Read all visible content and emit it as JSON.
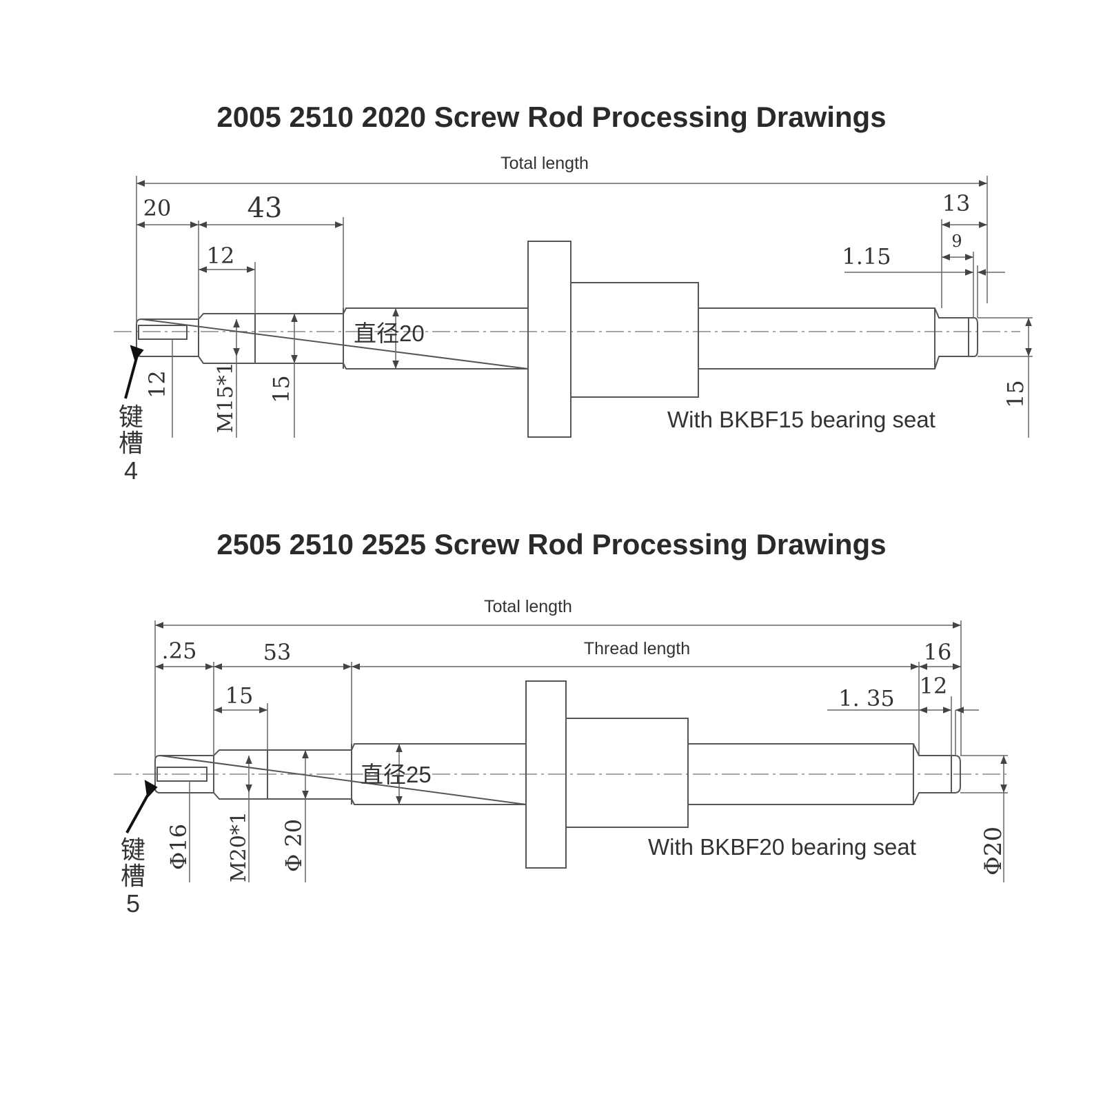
{
  "drawing1": {
    "title": "2005 2510 2020 Screw Rod Processing Drawings",
    "total_length": "Total length",
    "dims": {
      "d20": "20",
      "d43": "43",
      "d12": "12",
      "d13": "13",
      "d9": "9",
      "d115": "1.15",
      "v12": "12",
      "vm15": "M15*1",
      "v15": "15",
      "v15r": "15"
    },
    "diameter": "直径20",
    "keyway_cn": [
      "键",
      "槽"
    ],
    "keyway_num": "4",
    "bearing": "With BKBF15 bearing seat"
  },
  "drawing2": {
    "title": "2505 2510 2525 Screw Rod Processing Drawings",
    "total_length": "Total length",
    "thread_length": "Thread length",
    "dims": {
      "d25": ".25",
      "d53": "53",
      "d15": "15",
      "d16": "16",
      "d12": "12",
      "d135": "1. 35",
      "v16": "Φ16",
      "vm20": "M20*1",
      "v20": "Φ 20",
      "v20r": "Φ20"
    },
    "diameter": "直径25",
    "keyway_cn": [
      "键",
      "槽"
    ],
    "keyway_num": "5",
    "bearing": "With BKBF20 bearing seat"
  }
}
